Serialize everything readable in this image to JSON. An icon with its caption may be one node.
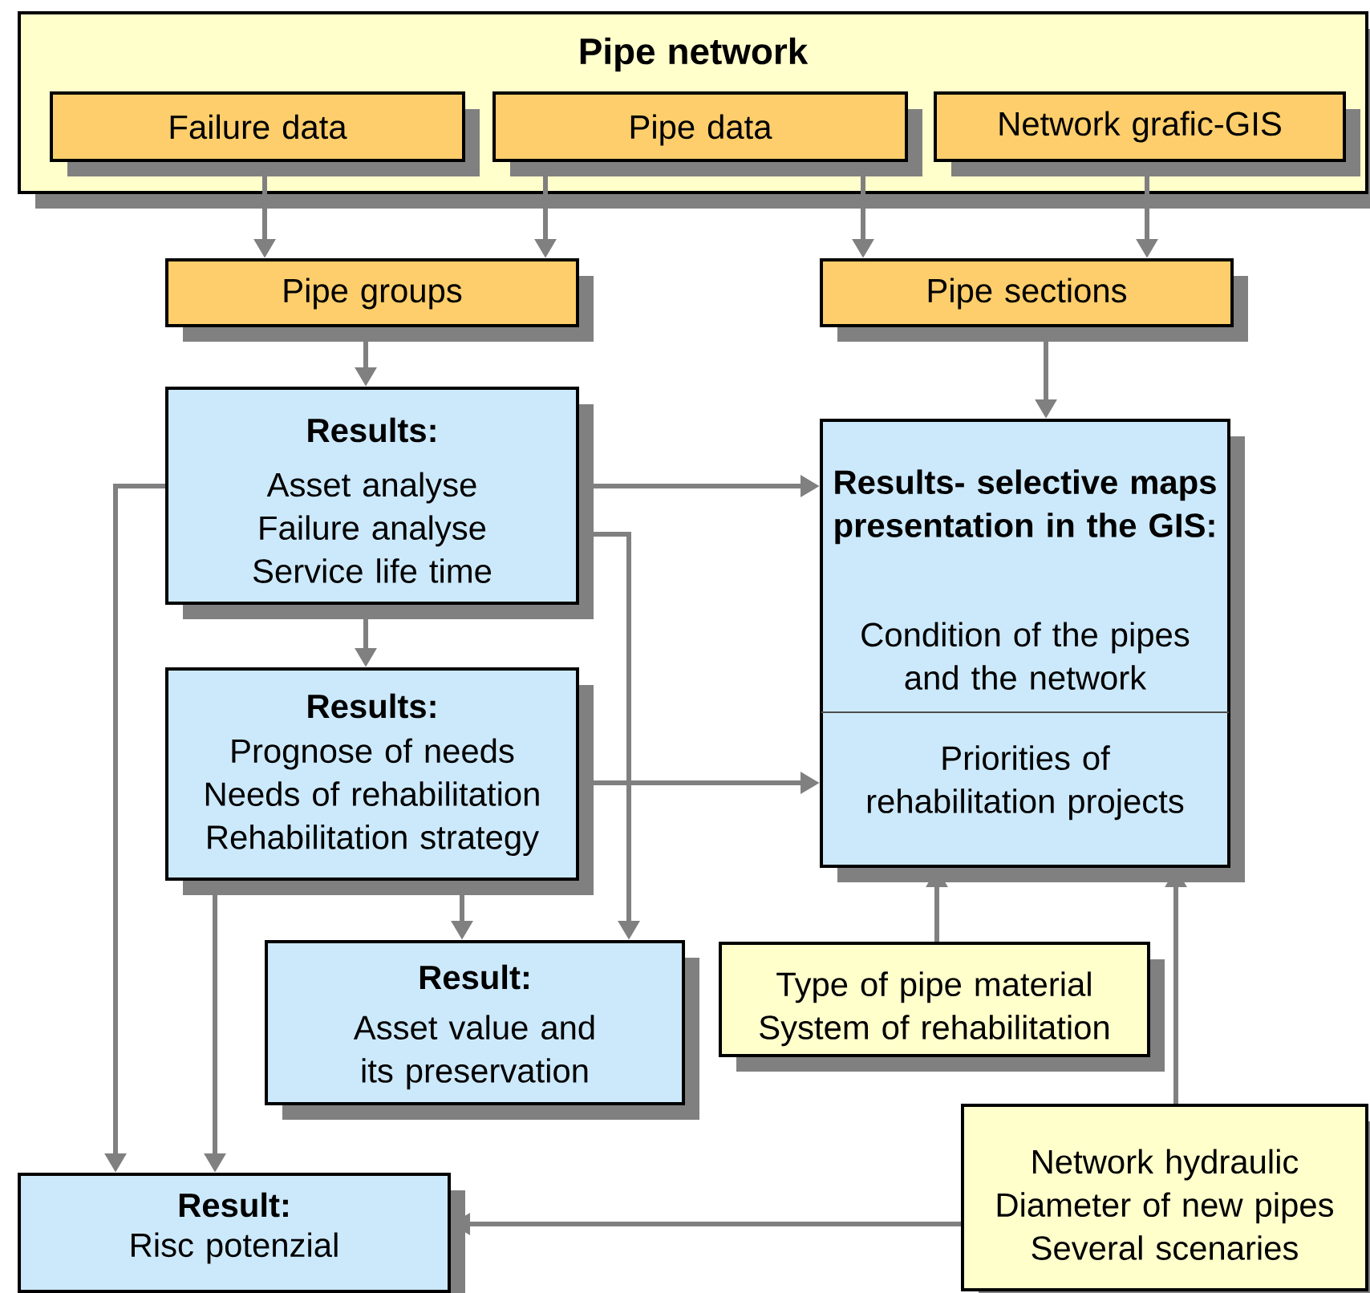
{
  "diagram": {
    "nodes": [
      {
        "text": [
          "Pipe network"
        ]
      },
      {
        "text": [
          "Failure data"
        ],
        "in": 0
      },
      {
        "text": [
          "Pipe data"
        ],
        "in": 0
      },
      {
        "text": [
          "Network grafic-GIS"
        ],
        "in": 0
      },
      {
        "text": [
          "Pipe groups"
        ]
      },
      {
        "text": [
          "Pipe sections"
        ]
      },
      {
        "text": [
          "Results:",
          "Asset analyse Failure analyse Service life time"
        ]
      },
      {
        "text": [
          "Results- selective maps presentation in the GIS:",
          "Condition of the pipes and the network",
          "Priorities of rehabilitation projects"
        ]
      },
      {
        "text": [
          "Results:",
          "Prognose of needs Needs of rehabilitation Rehabilitation strategy"
        ]
      },
      {
        "text": [
          "Result:",
          "Asset value and its preservation"
        ]
      },
      {
        "text": [
          "Type of pipe material System of rehabilitation"
        ]
      },
      {
        "text": [
          "Result:",
          "Risc potenzial"
        ]
      },
      {
        "text": [
          "Network hydraulic Diameter of new pipes Several scenaries"
        ]
      }
    ],
    "edges": [
      {
        "from": 1,
        "to": 4,
        "arrow": "to"
      },
      {
        "from": 2,
        "to": 4,
        "arrow": "to"
      },
      {
        "from": 2,
        "to": 5,
        "arrow": "to"
      },
      {
        "from": 3,
        "to": 5,
        "arrow": "to"
      },
      {
        "from": 4,
        "to": 6,
        "arrow": "to"
      },
      {
        "from": 5,
        "to": 7,
        "arrow": "to"
      },
      {
        "from": 6,
        "to": 7,
        "arrow": "to"
      },
      {
        "from": 6,
        "to": 8,
        "arrow": "to"
      },
      {
        "from": 6,
        "to": 9,
        "arrow": "to"
      },
      {
        "from": 6,
        "to": 11,
        "arrow": "to"
      },
      {
        "from": 8,
        "to": 7,
        "arrow": "to"
      },
      {
        "from": 8,
        "to": 9,
        "arrow": "to"
      },
      {
        "from": 8,
        "to": 11,
        "arrow": "to"
      },
      {
        "from": 10,
        "to": 7,
        "arrow": "to"
      },
      {
        "from": 12,
        "to": 7,
        "arrow": "to"
      },
      {
        "from": 12,
        "to": 11,
        "arrow": "to"
      }
    ]
  }
}
